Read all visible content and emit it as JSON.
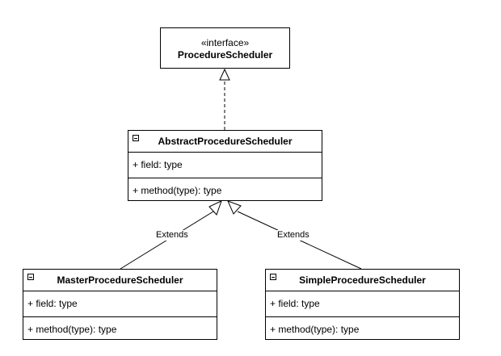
{
  "interface": {
    "stereotype": "«interface»",
    "name": "ProcedureScheduler"
  },
  "classes": {
    "abstract": {
      "name": "AbstractProcedureScheduler",
      "field": "+ field: type",
      "method": "+ method(type): type"
    },
    "master": {
      "name": "MasterProcedureScheduler",
      "field": "+ field: type",
      "method": "+ method(type): type"
    },
    "simple": {
      "name": "SimpleProcedureScheduler",
      "field": "+ field: type",
      "method": "+ method(type): type"
    }
  },
  "relations": {
    "extends_left": "Extends",
    "extends_right": "Extends"
  }
}
